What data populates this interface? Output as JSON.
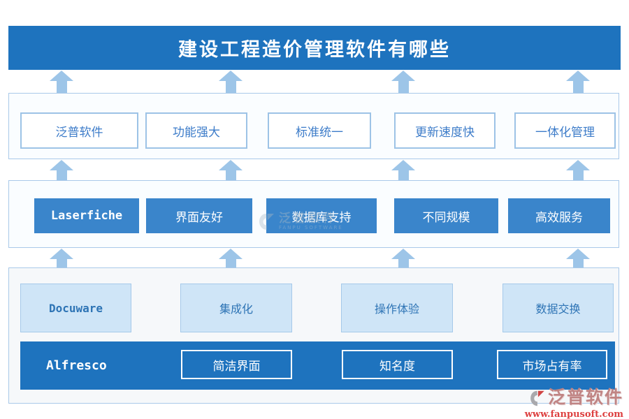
{
  "title": "建设工程造价管理软件有哪些",
  "colors": {
    "primary_blue": "#1e73be",
    "mid_blue": "#3a85cb",
    "light_blue_fill": "#cfe5f7",
    "arrow_blue": "#9dc5e8",
    "outline_box_text": "#3d7cc9",
    "logo_red": "#dd4040"
  },
  "tiers": {
    "top": {
      "items": [
        "泛普软件",
        "功能强大",
        "标准统一",
        "更新速度快",
        "一体化管理"
      ]
    },
    "second": {
      "items": [
        "Laserfiche",
        "界面友好",
        "数据库支持",
        "不同规模",
        "高效服务"
      ]
    },
    "third": {
      "items": [
        "Docuware",
        "集成化",
        "操作体验",
        "数据交换"
      ]
    },
    "bottom": {
      "label": "Alfresco",
      "items": [
        "简洁界面",
        "知名度",
        "市场占有率"
      ]
    }
  },
  "watermark": {
    "brand": "泛普软件",
    "subtitle": "FANPU SOFTWARE"
  },
  "footer_logo": {
    "brand": "泛普软件",
    "url": "www.fanpusoft.com"
  }
}
